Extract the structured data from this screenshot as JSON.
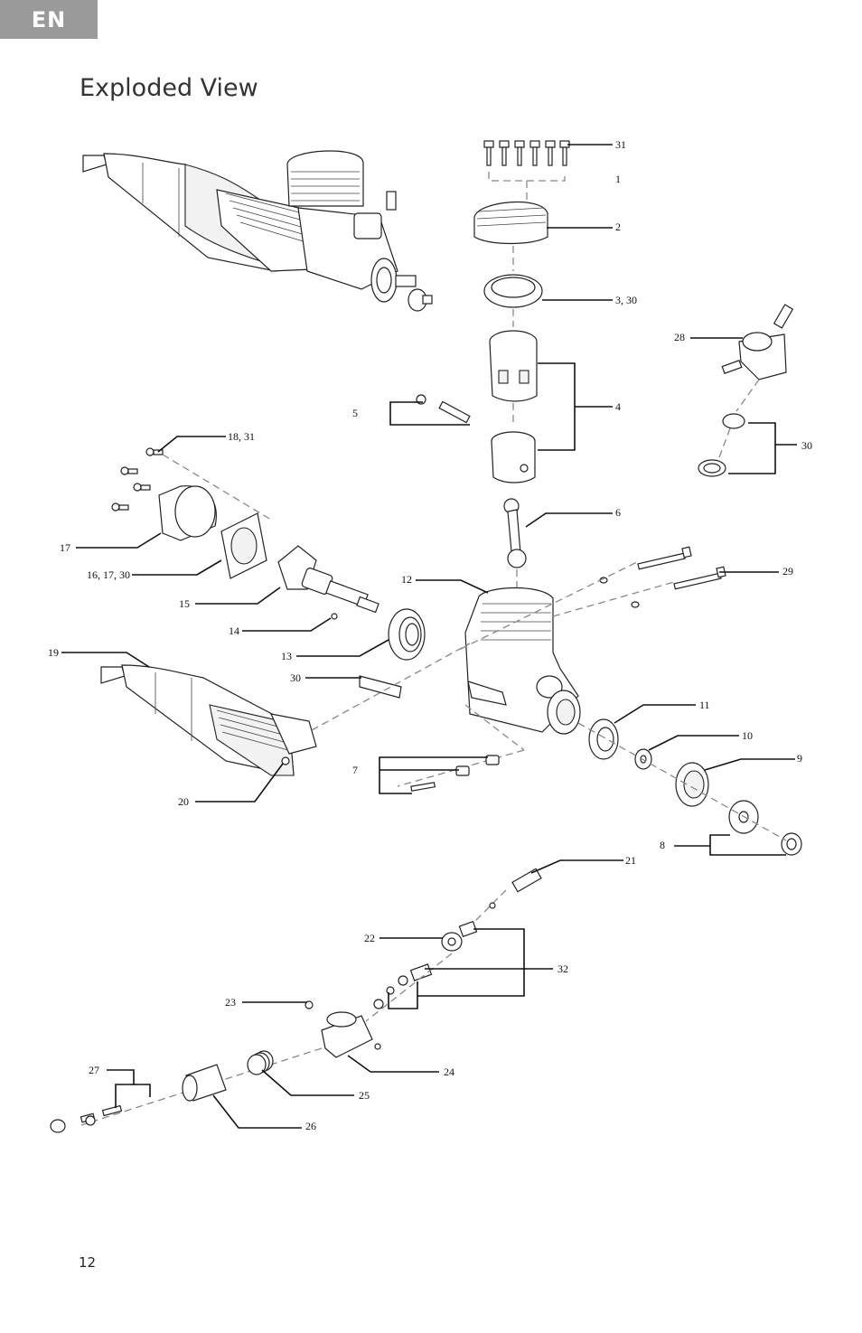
{
  "page": {
    "lang_tab": "EN",
    "title": "Exploded View",
    "page_number": "12"
  },
  "callouts": {
    "c31": "31",
    "c1": "1",
    "c2": "2",
    "c3_30": "3, 30",
    "c28": "28",
    "c4": "4",
    "c5": "5",
    "c30a": "30",
    "c18_31": "18, 31",
    "c6": "6",
    "c17": "17",
    "c16_17_30": "16, 17, 30",
    "c29": "29",
    "c12": "12",
    "c15": "15",
    "c14": "14",
    "c13": "13",
    "c19": "19",
    "c30b": "30",
    "c11": "11",
    "c10": "10",
    "c9": "9",
    "c7": "7",
    "c20": "20",
    "c8": "8",
    "c21": "21",
    "c22": "22",
    "c32": "32",
    "c23": "23",
    "c24": "24",
    "c27": "27",
    "c25": "25",
    "c26": "26"
  },
  "colors": {
    "tab_bg": "#9a9a9a",
    "line": "#111111",
    "dash": "#888888"
  }
}
